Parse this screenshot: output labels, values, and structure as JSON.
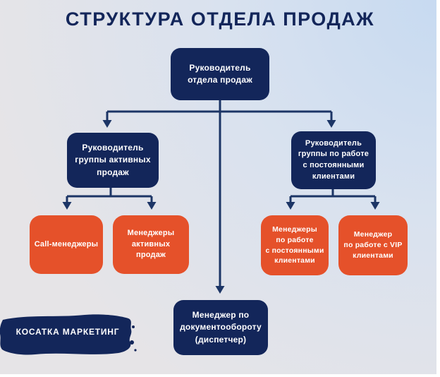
{
  "title": "СТРУКТУРА ОТДЕЛА ПРОДАЖ",
  "colors": {
    "navy": "#13265a",
    "orange": "#e5512a",
    "line": "#1c3566",
    "bg-grey": "#e6e4e7",
    "bg-blue": "#c7daf1",
    "text-light": "#ffffff"
  },
  "nodes": {
    "root": {
      "label": "Руководитель\nотдела продаж"
    },
    "left_group": {
      "label": "Руководитель\nгруппы активных\nпродаж"
    },
    "right_group": {
      "label": "Руководитель\nгруппы по работе\nс постоянными\nклиентами"
    },
    "call_managers": {
      "label": "Call-менеджеры"
    },
    "active_sales": {
      "label": "Менеджеры\nактивных продаж"
    },
    "regular_clients": {
      "label": "Менеджеры\nпо работе\nс постоянными\nклиентами"
    },
    "vip_clients": {
      "label": "Менеджер\nпо работе с VIP\nклиентами"
    },
    "dispatcher": {
      "label": "Менеджер по\nдокументообороту\n(диспетчер)"
    }
  },
  "footer": {
    "brand": "КОСАТКА МАРКЕТИНГ"
  }
}
